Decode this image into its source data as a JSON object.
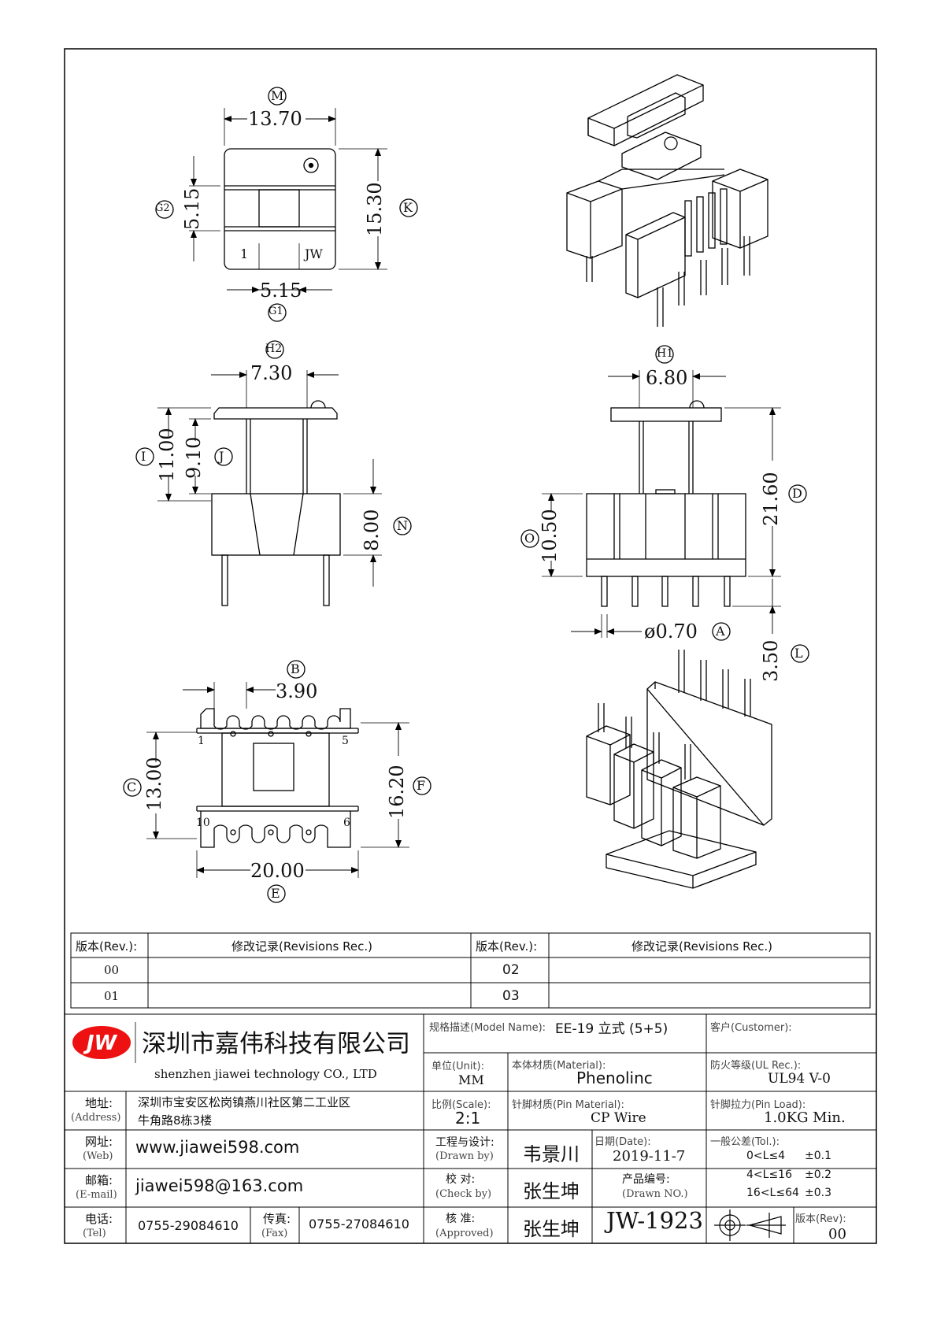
{
  "drawing": {
    "labels": {
      "M": {
        "letter": "M",
        "value": "13.70"
      },
      "K": {
        "letter": "K",
        "value": "15.30"
      },
      "G2": {
        "letter": "G2",
        "value": "5.15"
      },
      "G1": {
        "letter": "G1",
        "value": "5.15"
      },
      "H2": {
        "letter": "H2",
        "value": "7.30"
      },
      "I": {
        "letter": "I",
        "value": "11.00"
      },
      "J": {
        "letter": "J",
        "value": "9.10"
      },
      "N": {
        "letter": "N",
        "value": "8.00"
      },
      "H1": {
        "letter": "H1",
        "value": "6.80"
      },
      "D": {
        "letter": "D",
        "value": "21.60"
      },
      "O": {
        "letter": "O",
        "value": "10.50"
      },
      "A": {
        "letter": "A",
        "value": "ø0.70"
      },
      "L": {
        "letter": "L",
        "value": "3.50"
      },
      "B": {
        "letter": "B",
        "value": "3.90"
      },
      "C": {
        "letter": "C",
        "value": "13.00"
      },
      "F": {
        "letter": "F",
        "value": "16.20"
      },
      "E": {
        "letter": "E",
        "value": "20.00"
      }
    },
    "pin_marks": {
      "top_pin1": "1",
      "top_jw": "JW",
      "bottom_pin1": "1",
      "bottom_pin5": "5",
      "bottom_pin10": "10",
      "bottom_pin6": "6"
    }
  },
  "revisions": {
    "col_rev": "版本(Rev.):",
    "col_rec": "修改记录(Revisions Rec.)",
    "rows_left": [
      "00",
      "01"
    ],
    "rows_right": [
      "02",
      "03"
    ]
  },
  "title_block": {
    "logo_text": "JW",
    "company_cn": "深圳市嘉伟科技有限公司",
    "company_en": "shenzhen  jiawei  technology  CO., LTD",
    "model_label": "规格描述(Model Name):",
    "model_value": "EE-19 立式 (5+5)",
    "customer_label": "客户(Customer):",
    "unit_label": "单位(Unit):",
    "unit_value": "MM",
    "material_label": "本体材质(Material):",
    "material_value": "Phenolinc",
    "ul_label": "防火等级(UL Rec.):",
    "ul_value": "UL94 V-0",
    "address_label": "地址:",
    "address_label_en": "(Address)",
    "address_line1": "深圳市宝安区松岗镇燕川社区第二工业区",
    "address_line2": "牛角路8栋3楼",
    "scale_label": "比例(Scale):",
    "scale_value": "2:1",
    "pin_material_label": "针脚材质(Pin Material):",
    "pin_material_value": "CP Wire",
    "pin_load_label": "针脚拉力(Pin Load):",
    "pin_load_value": "1.0KG Min.",
    "web_label": "网址:",
    "web_label_en": "(Web)",
    "web_value": "www.jiawei598.com",
    "drawn_label": "工程与设计:",
    "drawn_label_en": "(Drawn by)",
    "drawn_value": "韦景川",
    "date_label": "日期(Date):",
    "date_value": "2019-11-7",
    "tol_label": "一般公差(Tol.):",
    "tol_rows": [
      [
        "0<L≤4",
        "±0.1"
      ],
      [
        "4<L≤16",
        "±0.2"
      ],
      [
        "16<L≤64",
        "±0.3"
      ]
    ],
    "email_label": "邮箱:",
    "email_label_en": "(E-mail)",
    "email_value": "jiawei598@163.com",
    "check_label": "校  对:",
    "check_label_en": "(Check by)",
    "check_value": "张生坤",
    "drawn_no_label": "产品编号:",
    "drawn_no_label_en": "(Drawn NO.)",
    "drawn_no_value": "JW-1923",
    "tel_label": "电话:",
    "tel_label_en": "(Tel)",
    "tel_value": "0755-29084610",
    "fax_label": "传真:",
    "fax_label_en": "(Fax)",
    "fax_value": "0755-27084610",
    "approved_label": "核  准:",
    "approved_label_en": "(Approved)",
    "approved_value": "张生坤",
    "rev_label": "版本(Rev):",
    "rev_value": "00"
  }
}
